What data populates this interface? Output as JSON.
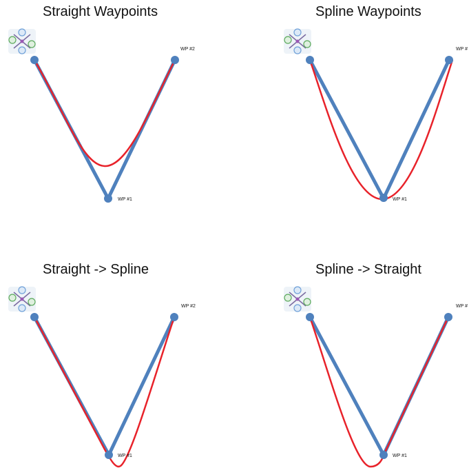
{
  "colors": {
    "straight_path": "#4f81bd",
    "spline_path": "#e8222a",
    "waypoint": "#4f81bd"
  },
  "panels": [
    {
      "title": "Straight Waypoints",
      "wp1_label": "WP #1",
      "wp2_label": "WP #2",
      "icon": "quadcopter-icon"
    },
    {
      "title": "Spline Waypoints",
      "wp1_label": "WP #1",
      "wp2_label": "WP #",
      "icon": "quadcopter-icon"
    },
    {
      "title": "Straight -> Spline",
      "wp1_label": "WP #1",
      "wp2_label": "WP #2",
      "icon": "quadcopter-icon"
    },
    {
      "title": "Spline -> Straight",
      "wp1_label": "WP #1",
      "wp2_label": "WP #",
      "icon": "quadcopter-icon"
    }
  ]
}
